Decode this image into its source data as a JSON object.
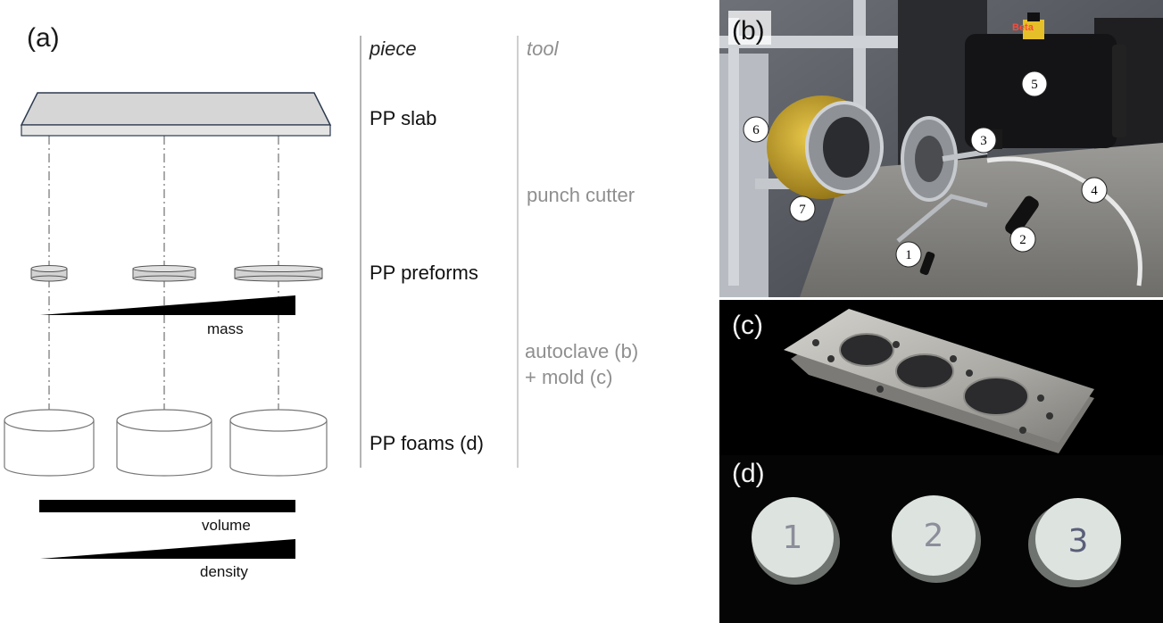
{
  "panel_a": {
    "label": "(a)",
    "header_piece": "piece",
    "header_tool": "tool",
    "pieces": {
      "slab": "PP slab",
      "preforms": "PP preforms",
      "foams": "PP foams (d)"
    },
    "tools": {
      "cutter": "punch cutter",
      "autoclave_line1": "autoclave (b)",
      "autoclave_line2": "+ mold (c)"
    },
    "bars": {
      "mass": "mass",
      "volume": "volume",
      "density": "density"
    }
  },
  "panel_b": {
    "label": "(b)",
    "brand_text": "Beta",
    "markers": [
      "1",
      "2",
      "3",
      "4",
      "5",
      "6",
      "7"
    ]
  },
  "panel_c": {
    "label": "(c)"
  },
  "panel_d": {
    "label": "(d)",
    "sample_numbers": [
      "1",
      "2",
      "3"
    ]
  },
  "colors": {
    "slab_fill": "#d6d6d6",
    "slab_edge": "#2d3a4f",
    "ink": "#000000",
    "muted_text": "#8f8f8f",
    "divider": "#b5b5b5",
    "photo_background": "#000000",
    "foil": "#c9a22a"
  }
}
